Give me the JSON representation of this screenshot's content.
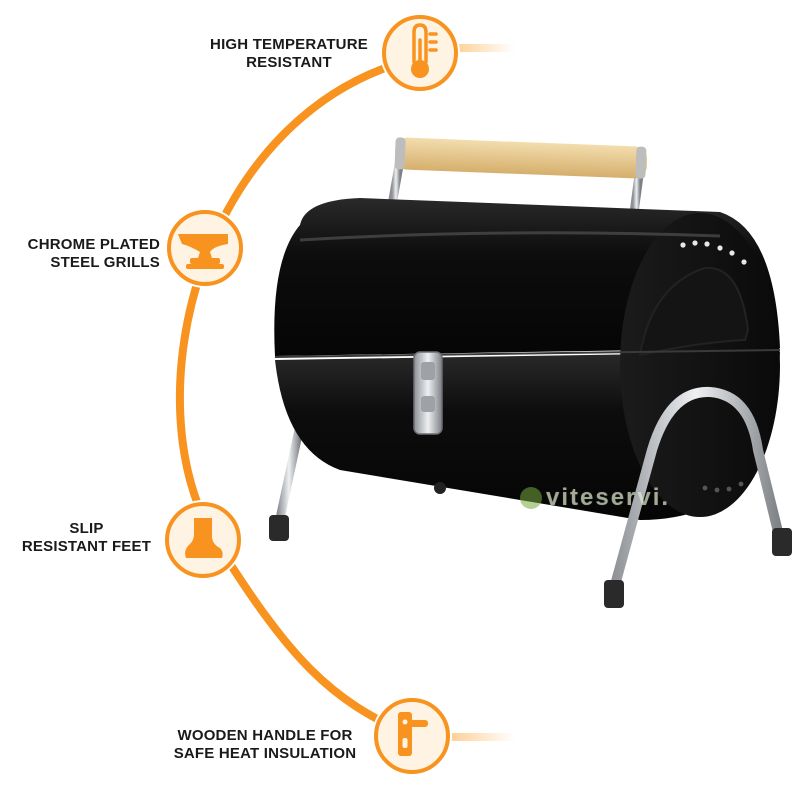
{
  "features": [
    {
      "line1": "HIGH TEMPERATURE",
      "line2": "RESISTANT",
      "icon": "thermometer-icon"
    },
    {
      "line1": "CHROME PLATED",
      "line2": "STEEL GRILLS",
      "icon": "anvil-icon"
    },
    {
      "line1": "SLIP",
      "line2": "RESISTANT FEET",
      "icon": "foot-icon"
    },
    {
      "line1": "WOODEN HANDLE FOR",
      "line2": "SAFE HEAT INSULATION",
      "icon": "door-handle-icon"
    }
  ],
  "watermark": "viteservi.",
  "colors": {
    "accent": "#F7931E",
    "accent_light": "#FDBB67",
    "grill_body": "#0b0b0b",
    "wood": "#E7C88E",
    "chrome": "#C9CCD0"
  }
}
